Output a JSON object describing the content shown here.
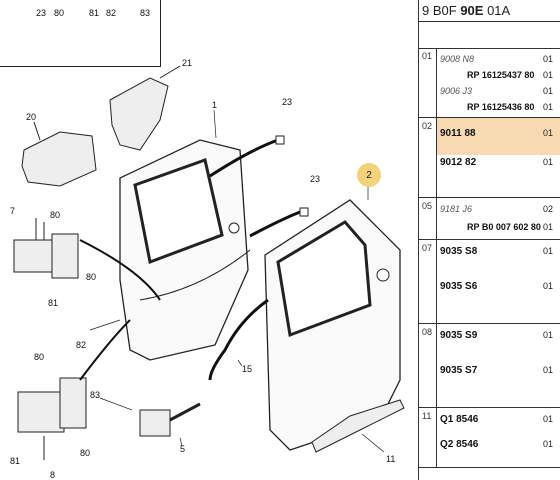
{
  "panel": {
    "header_prefix": "9 B0F",
    "header_bold": "90E",
    "header_suffix": "01A",
    "groups": [
      {
        "num": "01",
        "rows": [
          {
            "code": "9008 N8",
            "style": "italic",
            "qty": "01"
          },
          {
            "code": "RP 16125437 80",
            "style": "ref",
            "qty": "01"
          },
          {
            "code": "9006 J3",
            "style": "italic",
            "qty": "01"
          },
          {
            "code": "RP 16125436 80",
            "style": "ref",
            "qty": "01"
          }
        ]
      },
      {
        "num": "02",
        "rows": [
          {
            "code": "9011 88",
            "style": "pn",
            "qty": "01",
            "highlight": true
          },
          {
            "code": "9012 82",
            "style": "pn",
            "qty": "01"
          }
        ]
      },
      {
        "num": "05",
        "rows": [
          {
            "code": "9181 J6",
            "style": "italic",
            "qty": "02"
          },
          {
            "code": "RP B0 007 602 80",
            "style": "ref",
            "qty": "01"
          }
        ]
      },
      {
        "num": "07",
        "rows": [
          {
            "code": "9035 S8",
            "style": "pn",
            "qty": "01"
          },
          {
            "code": "9035 S6",
            "style": "pn",
            "qty": "01"
          }
        ]
      },
      {
        "num": "08",
        "rows": [
          {
            "code": "9035 S9",
            "style": "pn",
            "qty": "01"
          },
          {
            "code": "9035 S7",
            "style": "pn",
            "qty": "01"
          }
        ]
      },
      {
        "num": "11",
        "rows": [
          {
            "code": "Q1 8546",
            "style": "pn",
            "qty": "01"
          },
          {
            "code": "Q2 8546",
            "style": "pn",
            "qty": "01"
          }
        ]
      }
    ]
  },
  "diagram": {
    "callouts": {
      "c23a": "23",
      "c80a": "80",
      "c81a": "81",
      "c82a": "82",
      "c83a": "83",
      "c21": "21",
      "c1": "1",
      "c20": "20",
      "c23b": "23",
      "c23c": "23",
      "c2": "2",
      "c7": "7",
      "c80b": "80",
      "c80c": "80",
      "c81b": "81",
      "c82b": "82",
      "c15": "15",
      "c80d": "80",
      "c83b": "83",
      "c5": "5",
      "c81c": "81",
      "c80e": "80",
      "c8": "8",
      "c11": "11"
    }
  }
}
